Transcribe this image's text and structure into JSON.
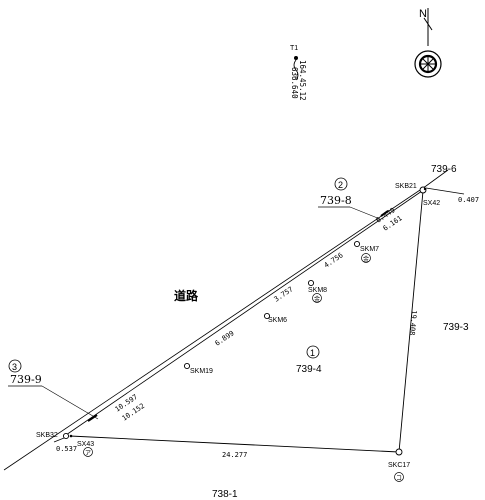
{
  "north": {
    "label": "N"
  },
  "benchmark": {
    "name": "T1",
    "coord_x": "164.45.12",
    "coord_y": "636.640"
  },
  "road_label": "道路",
  "parcels": {
    "p739_6": "739-6",
    "p739_3": "739-3",
    "p739_4": "739-4",
    "p739_4_num": "1",
    "p738_1": "738-1",
    "p739_8_num": "2",
    "p739_8": "739-8",
    "p739_9_num": "3",
    "p739_9": "739-9"
  },
  "points": {
    "skb21": "SKB21",
    "sx42": "SX42",
    "skm7": "SKM7",
    "skm7_mark": "金",
    "skm8": "SKM8",
    "skm8_mark": "金",
    "skm6": "SKM6",
    "skm19": "SKM19",
    "skb32": "SKB32",
    "sx43": "SX43",
    "sx43_mark": "ア",
    "skc17": "SKC17",
    "skc17_mark": "コ"
  },
  "distances": {
    "d_6449": "6.449",
    "d_6161": "6.161",
    "d_4756": "4.756",
    "d_3757": "3.757",
    "d_6899": "6.899",
    "d_10597": "10.597",
    "d_10152": "10.152",
    "d_0407": "0.407",
    "d_0537": "0.537",
    "d_19408": "19.408",
    "d_24277": "24.277"
  }
}
